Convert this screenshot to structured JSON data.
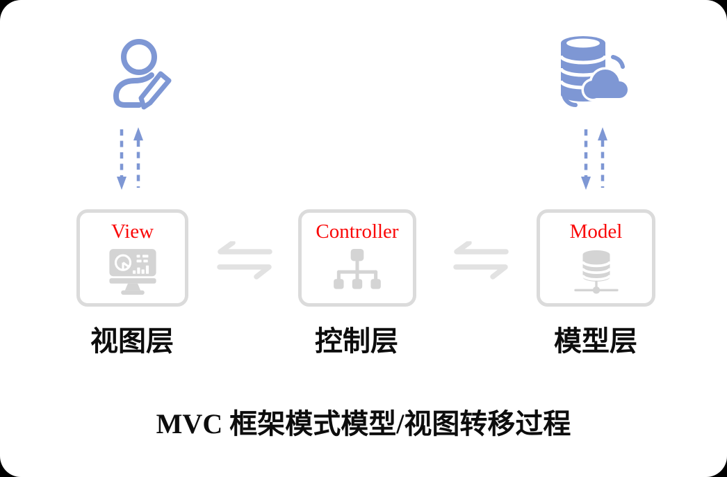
{
  "page": {
    "background": "#000000",
    "card_background": "#ffffff"
  },
  "palette": {
    "accent_blue": "#7E97D4",
    "label_red": "#FA0707",
    "icon_gray": "#D4D4D4",
    "box_border_gray": "#DBDBDB",
    "exchange_arrow_gray": "#E2E2E2",
    "text_black": "#0D0D0D"
  },
  "actors": {
    "user": {
      "icon": "user-edit-icon"
    },
    "data_source": {
      "icon": "database-cloud-icon"
    }
  },
  "connectors": {
    "vertical": "bidirectional-dashed-arrow",
    "horizontal": "exchange-arrow"
  },
  "layers": [
    {
      "id": "view",
      "en_label": "View",
      "zh_label": "视图层",
      "icon": "dashboard-monitor-icon"
    },
    {
      "id": "controller",
      "en_label": "Controller",
      "zh_label": "控制层",
      "icon": "sitemap-icon"
    },
    {
      "id": "model",
      "en_label": "Model",
      "zh_label": "模型层",
      "icon": "database-network-icon"
    }
  ],
  "caption": "MVC 框架模式模型/视图转移过程"
}
